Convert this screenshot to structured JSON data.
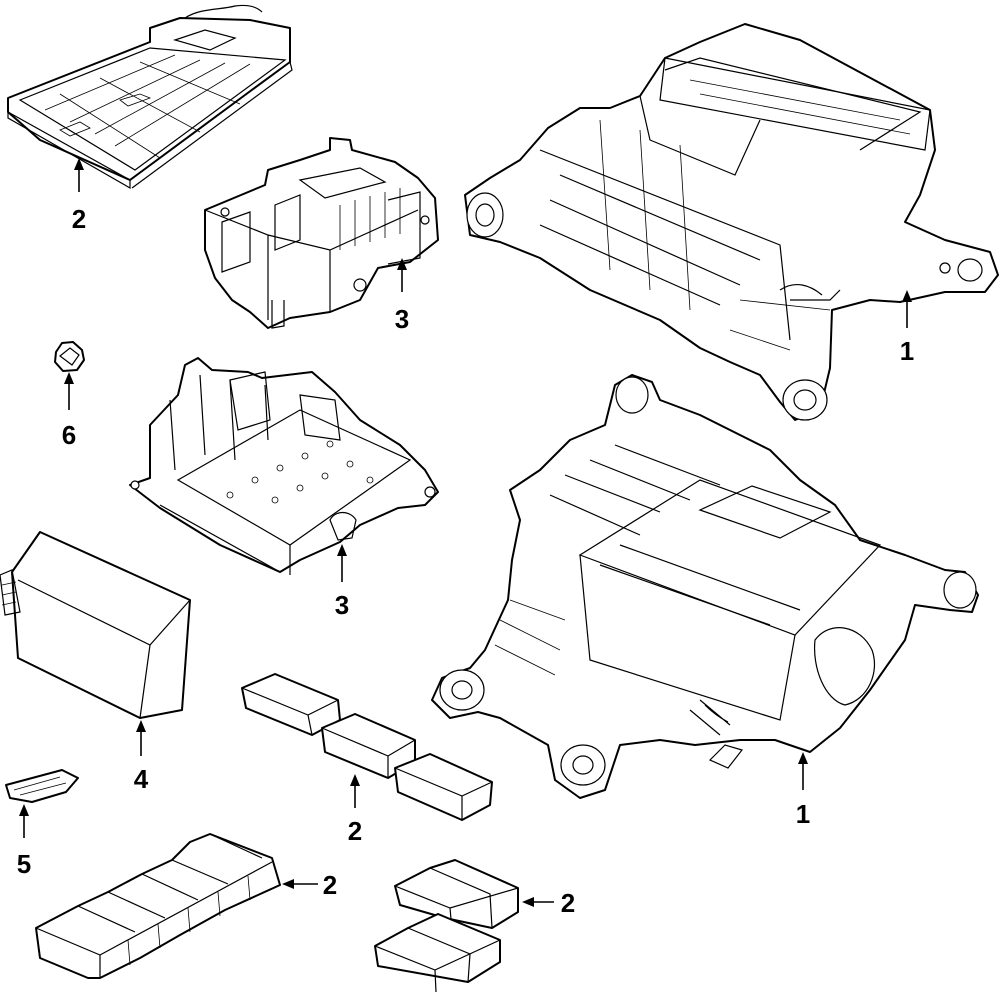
{
  "diagram": {
    "callouts": [
      {
        "id": "battery-tray",
        "label": "2"
      },
      {
        "id": "inverter-upper",
        "label": "3"
      },
      {
        "id": "motor-upper",
        "label": "1"
      },
      {
        "id": "clip",
        "label": "6"
      },
      {
        "id": "inverter-lower",
        "label": "3"
      },
      {
        "id": "motor-lower",
        "label": "1"
      },
      {
        "id": "control-module",
        "label": "4"
      },
      {
        "id": "bracket",
        "label": "5"
      },
      {
        "id": "cell-chain",
        "label": "2"
      },
      {
        "id": "cell-row-large",
        "label": "2"
      },
      {
        "id": "cell-group-small",
        "label": "2"
      }
    ]
  }
}
